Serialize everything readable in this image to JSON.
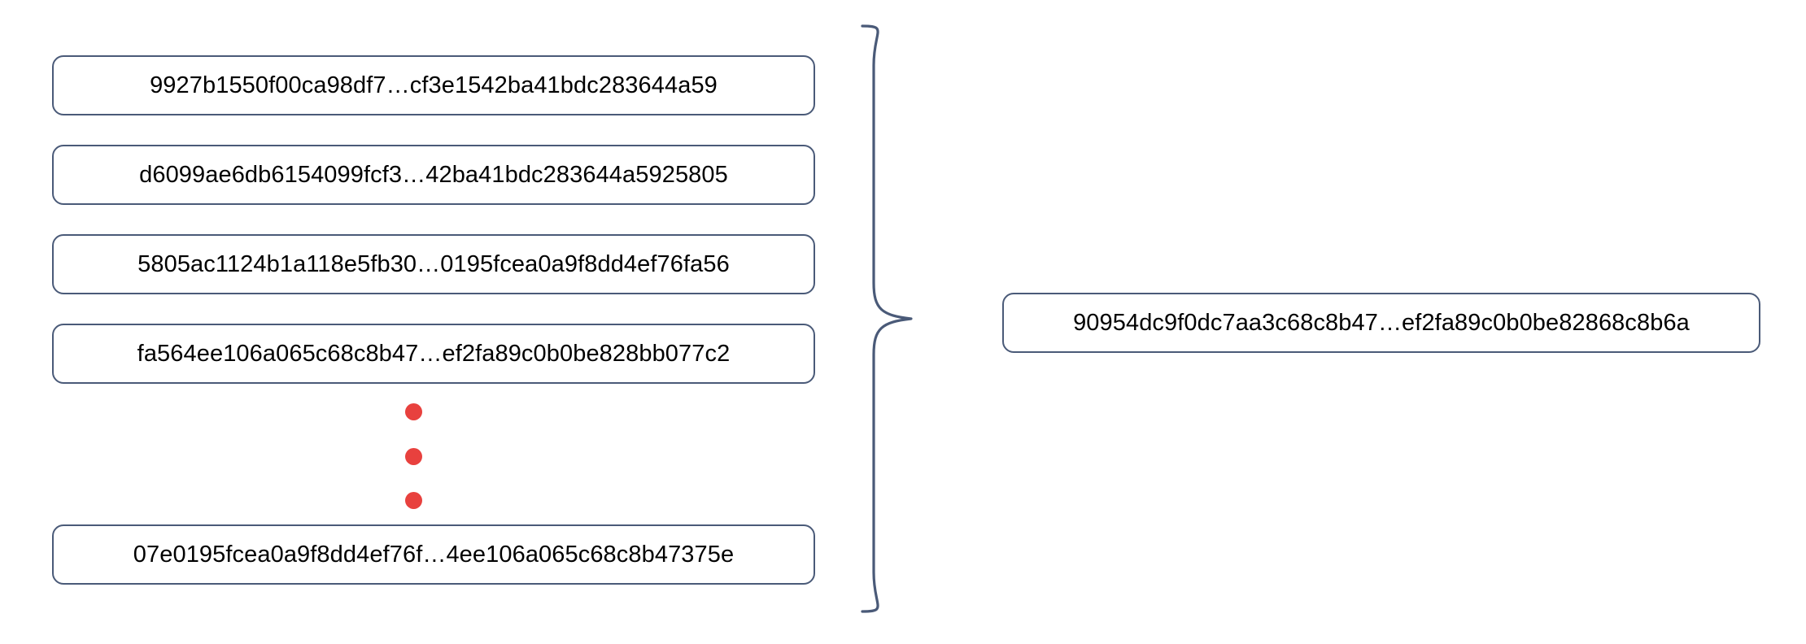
{
  "diagram": {
    "type": "merkle-aggregation",
    "colors": {
      "box_border": "#4a5a78",
      "box_fill": "#ffffff",
      "text": "#000000",
      "ellipsis_dot": "#e8413e",
      "brace_stroke": "#4a5a78"
    },
    "inputs": [
      {
        "label": "9927b1550f00ca98df7…cf3e1542ba41bdc283644a59"
      },
      {
        "label": "d6099ae6db6154099fcf3…42ba41bdc283644a5925805"
      },
      {
        "label": "5805ac1124b1a118e5fb30…0195fcea0a9f8dd4ef76fa56"
      },
      {
        "label": "fa564ee106a065c68c8b47…ef2fa89c0b0be828bb077c2"
      },
      {
        "label": "07e0195fcea0a9f8dd4ef76f…4ee106a065c68c8b47375e"
      }
    ],
    "ellipsis": {
      "name": "vertical-ellipsis",
      "dot_count": 3
    },
    "brace": {
      "name": "grouping-brace",
      "orientation": "right-pointing"
    },
    "output": {
      "label": "90954dc9f0dc7aa3c68c8b47…ef2fa89c0b0be82868c8b6a"
    }
  }
}
